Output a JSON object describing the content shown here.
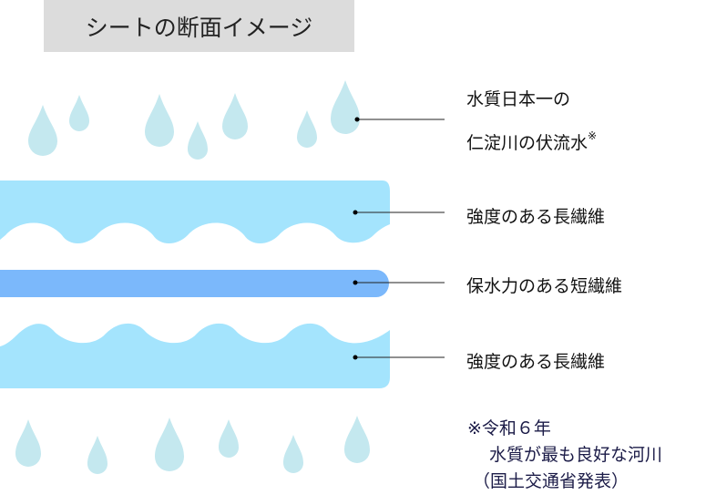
{
  "title": "シートの断面イメージ",
  "labels": {
    "water_line1": "水質日本一の",
    "water_line2": "仁淀川の伏流水",
    "water_mark": "※",
    "top_layer": "強度のある長繊維",
    "middle_layer": "保水力のある短繊維",
    "bottom_layer": "強度のある長繊維"
  },
  "note": {
    "line1": "※令和６年",
    "line2": "水質が最も良好な河川",
    "line3": "（国土交通省発表）"
  },
  "colors": {
    "long_fiber": "#a4e4fd",
    "short_fiber": "#7bb8fb",
    "drop": "#c4e8ef"
  }
}
